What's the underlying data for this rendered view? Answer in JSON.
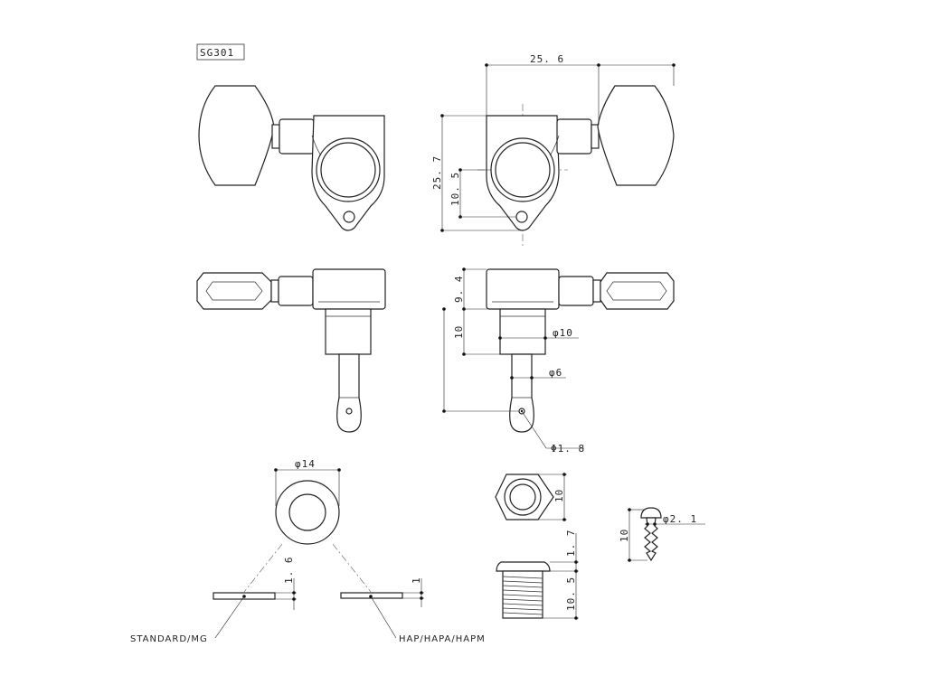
{
  "model_code": "SG301",
  "dimensions": {
    "post_spacing": "25. 6",
    "body_height": "25. 7",
    "hole_offset": "10. 5",
    "body_depth": "9. 4",
    "bushing_length": "10",
    "bushing_dia": "φ10",
    "post_dia": "φ6",
    "string_hole_dia": "Φ1. 8",
    "washer_dia": "φ14",
    "washer_std_thickness": "1. 6",
    "washer_hap_thickness": "1",
    "nut_size": "10",
    "screw_dia": "φ2. 1",
    "screw_length": "10",
    "ferrule_flange": "1. 7",
    "ferrule_length": "10. 5"
  },
  "labels": {
    "washer_standard": "STANDARD/MG",
    "washer_hap": "HAP/HAPA/HAPM"
  }
}
